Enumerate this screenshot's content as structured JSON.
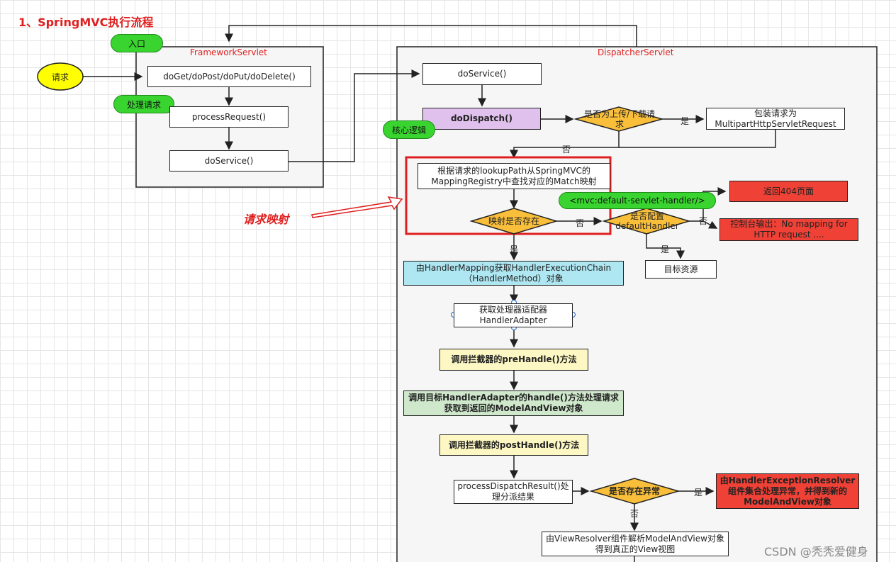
{
  "title": "1、SpringMVC执行流程",
  "framework": {
    "label": "FrameworkServlet",
    "entry": "入口",
    "handle": "处理请求",
    "request": "请求",
    "doget": "doGet/doPost/doPut/doDelete()",
    "process": "processRequest()",
    "doservice": "doService()"
  },
  "dispatcher": {
    "label": "DispatcherServlet",
    "doservice": "doService()",
    "dodispatch": "doDispatch()",
    "core": "核心逻辑",
    "is_upload": "是否为上传/下载请求",
    "wrap": "包装请求为MultipartHttpServletRequest",
    "lookup": "根据请求的lookupPath从SpringMVC的MappingRegistry中查找对应的Match映射",
    "mapping_exists": "映射是否存在",
    "config_default": "是否配置defaultHandler",
    "default_tag": "<mvc:default-servlet-handler/>",
    "return404": "返回404页面",
    "console": "控制台输出：No mapping for HTTP request ....",
    "target": "目标资源",
    "chain": "由HandlerMapping获取HandlerExecutionChain（HandlerMethod）对象",
    "adapter": "获取处理器适配器HandlerAdapter",
    "prehandle": "调用拦截器的preHandle()方法",
    "handle": "调用目标HandlerAdapter的handle()方法处理请求获取到返回的ModelAndView对象",
    "posthandle": "调用拦截器的postHandle()方法",
    "process_result": "processDispatchResult()处理分派结果",
    "has_exception": "是否存在异常",
    "exception_resolver": "由HandlerExceptionResolver组件集合处理异常，并得到新的ModelAndView对象",
    "view_resolver": "由ViewResolver组件解析ModelAndView对象得到真正的View视图"
  },
  "annotation": "请求映射",
  "yes": "是",
  "no": "否",
  "watermark": "CSDN @秃秃爱健身",
  "colors": {
    "red": "#e02020",
    "green_cloud": "#39d42f",
    "diamond": "#f9bf3b",
    "purple": "#e0c0ec",
    "cyan": "#aee6f2",
    "yellow": "#fdf7c3",
    "green": "#cfe8cc",
    "red_box": "#ef4136",
    "yellow_node": "#ffff00"
  }
}
